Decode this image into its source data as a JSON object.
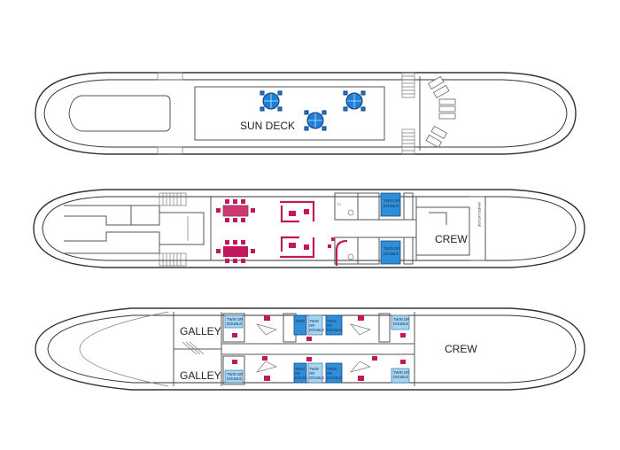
{
  "labels": {
    "sun_deck": "SUN DECK",
    "crew_main": "CREW",
    "crew_lower": "CREW",
    "galley_top": "GALLEY",
    "galley_bottom": "GALLEY",
    "wheelhouse": "WHEELHOUSE"
  },
  "cabins": {
    "twin_or_double": "TWIN OR DOUBLE",
    "twin_short": "TWIN OR DOUBLE"
  },
  "colors": {
    "furniture": "#c2185b",
    "cabin_bed": "#2e8fd8",
    "cabin_bed_light": "#a6d5f2",
    "umbrella": "#1e7fd6",
    "hull_line": "#333333"
  },
  "icons": [
    "umbrella-table-icon",
    "sun-lounger-icon",
    "staircase-icon",
    "dining-table-icon",
    "bed-icon"
  ]
}
